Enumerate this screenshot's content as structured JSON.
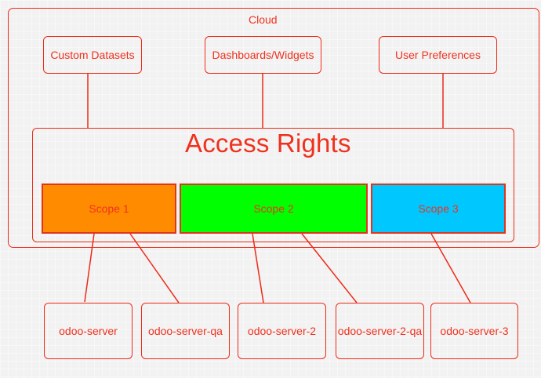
{
  "cloud": {
    "label": "Cloud"
  },
  "top_items": [
    {
      "label": "Custom Datasets"
    },
    {
      "label": "Dashboards/Widgets"
    },
    {
      "label": "User Preferences"
    }
  ],
  "access_rights": {
    "title": "Access Rights"
  },
  "scopes": [
    {
      "label": "Scope 1",
      "color": "#ff8c00"
    },
    {
      "label": "Scope 2",
      "color": "#00ff00"
    },
    {
      "label": "Scope 3",
      "color": "#00c8ff"
    }
  ],
  "servers": [
    {
      "label": "odoo-server"
    },
    {
      "label": "odoo-server-qa"
    },
    {
      "label": "odoo-server-2"
    },
    {
      "label": "odoo-server-2-qa"
    },
    {
      "label": "odoo-server-3"
    }
  ],
  "colors": {
    "stroke": "#ee2a18",
    "text": "#f0311e",
    "background": "#f2f2f2"
  }
}
